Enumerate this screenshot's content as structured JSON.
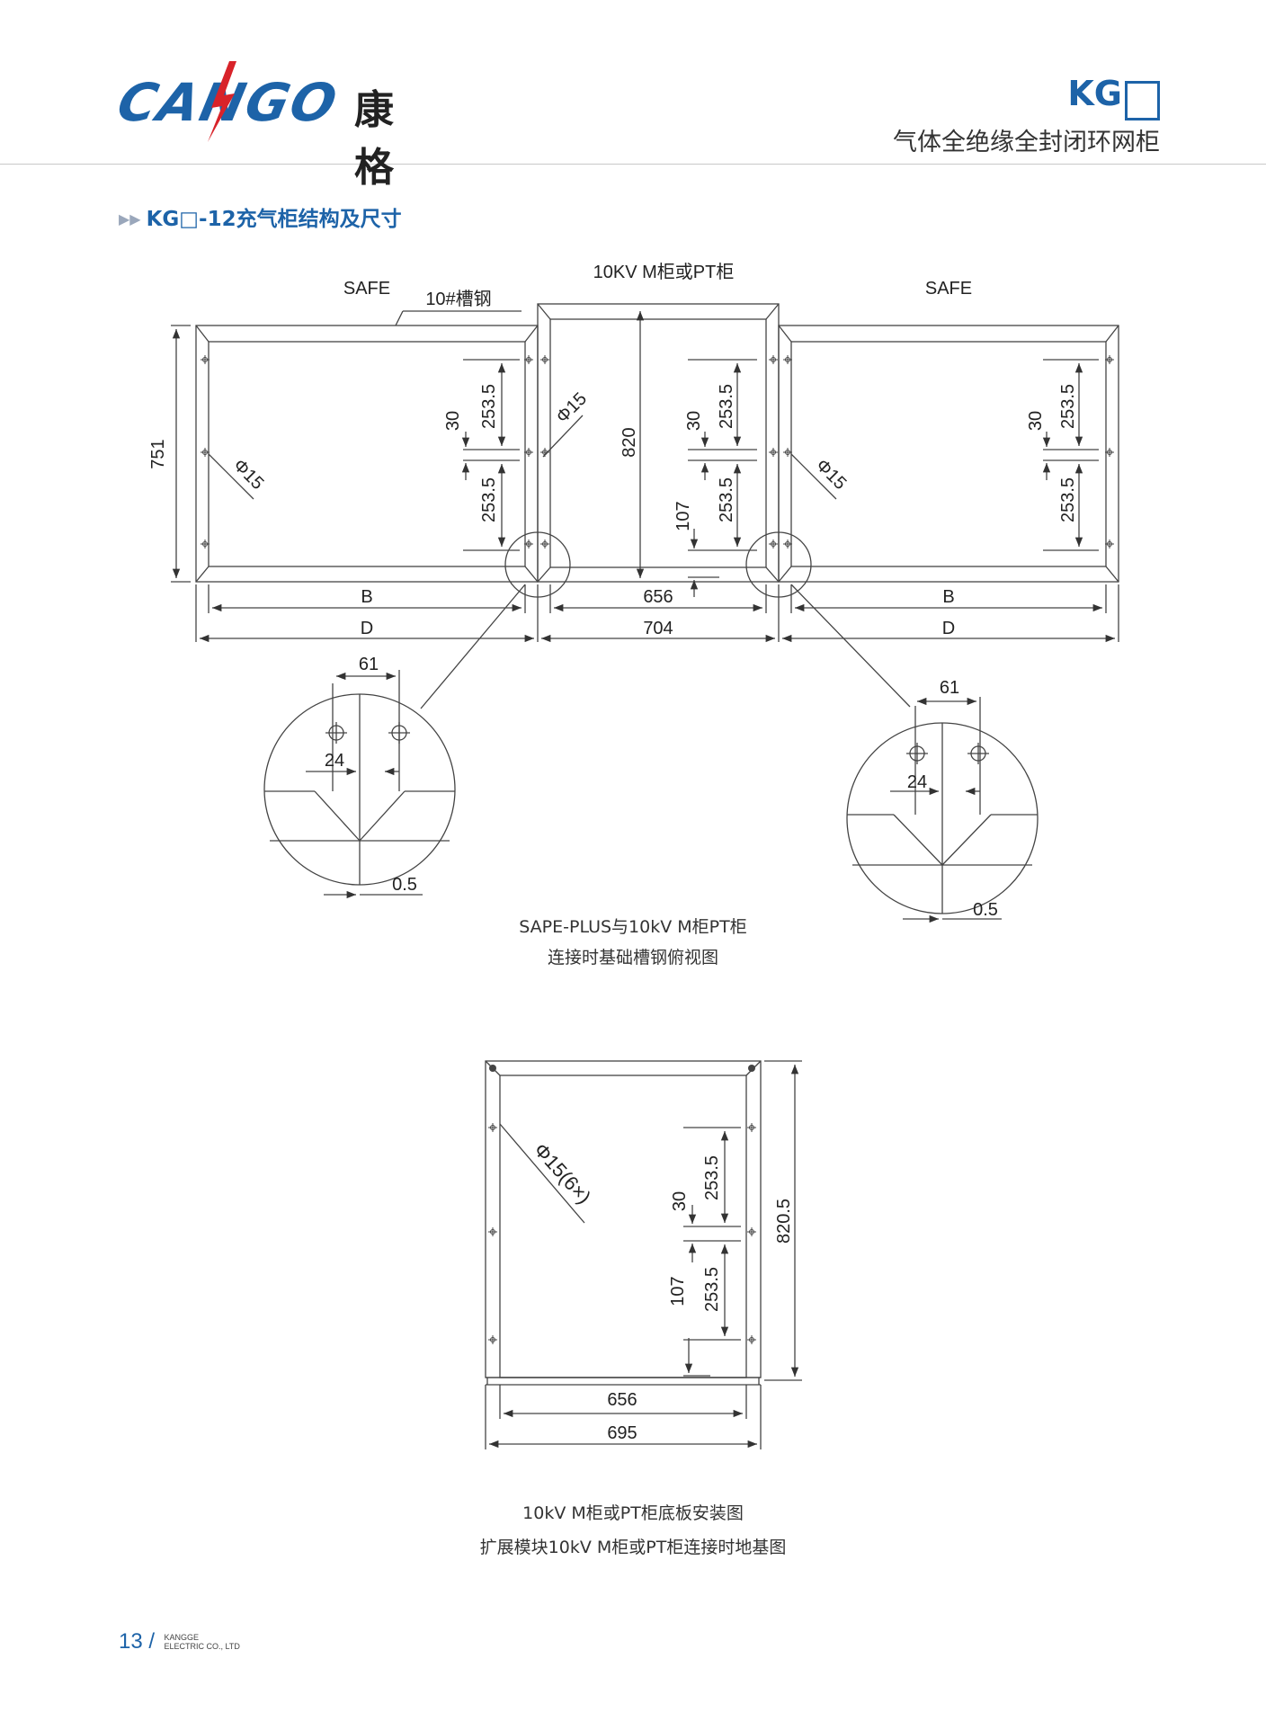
{
  "header": {
    "logo_text": "CANGO",
    "logo_cn": "康格",
    "model": "KG",
    "subtitle": "气体全绝缘全封闭环网柜"
  },
  "section_title": "KG□-12充气柜结构及尺寸",
  "drawing1": {
    "safe_left": "SAFE",
    "safe_right": "SAFE",
    "center_title": "10KV M柜或PT柜",
    "channel_label": "10#槽钢",
    "dim_751": "751",
    "dim_820": "820",
    "dim_30": "30",
    "dim_253_5": "253.5",
    "dim_107": "107",
    "phi_15": "Φ15",
    "dim_B": "B",
    "dim_D": "D",
    "dim_656": "656",
    "dim_704": "704",
    "detail_61": "61",
    "detail_24": "24",
    "detail_0_5": "0.5",
    "caption_line1": "SAPE-PLUS与10kV  M柜PT柜",
    "caption_line2": "连接时基础槽钢俯视图"
  },
  "drawing2": {
    "phi_label": "Φ15(6×)",
    "dim_820_5": "820.5",
    "dim_30": "30",
    "dim_253_5": "253.5",
    "dim_107": "107",
    "dim_656": "656",
    "dim_695": "695",
    "caption_line1": "10kV M柜或PT柜底板安装图",
    "caption_line2": "扩展模块10kV M柜或PT柜连接时地基图"
  },
  "footer": {
    "page_number": "13 /",
    "company_line1": "KANGGE",
    "company_line2": "ELECTRIC CO., LTD"
  },
  "colors": {
    "brand_blue": "#1d63a8",
    "logo_red": "#d8232a",
    "line": "#444444"
  }
}
